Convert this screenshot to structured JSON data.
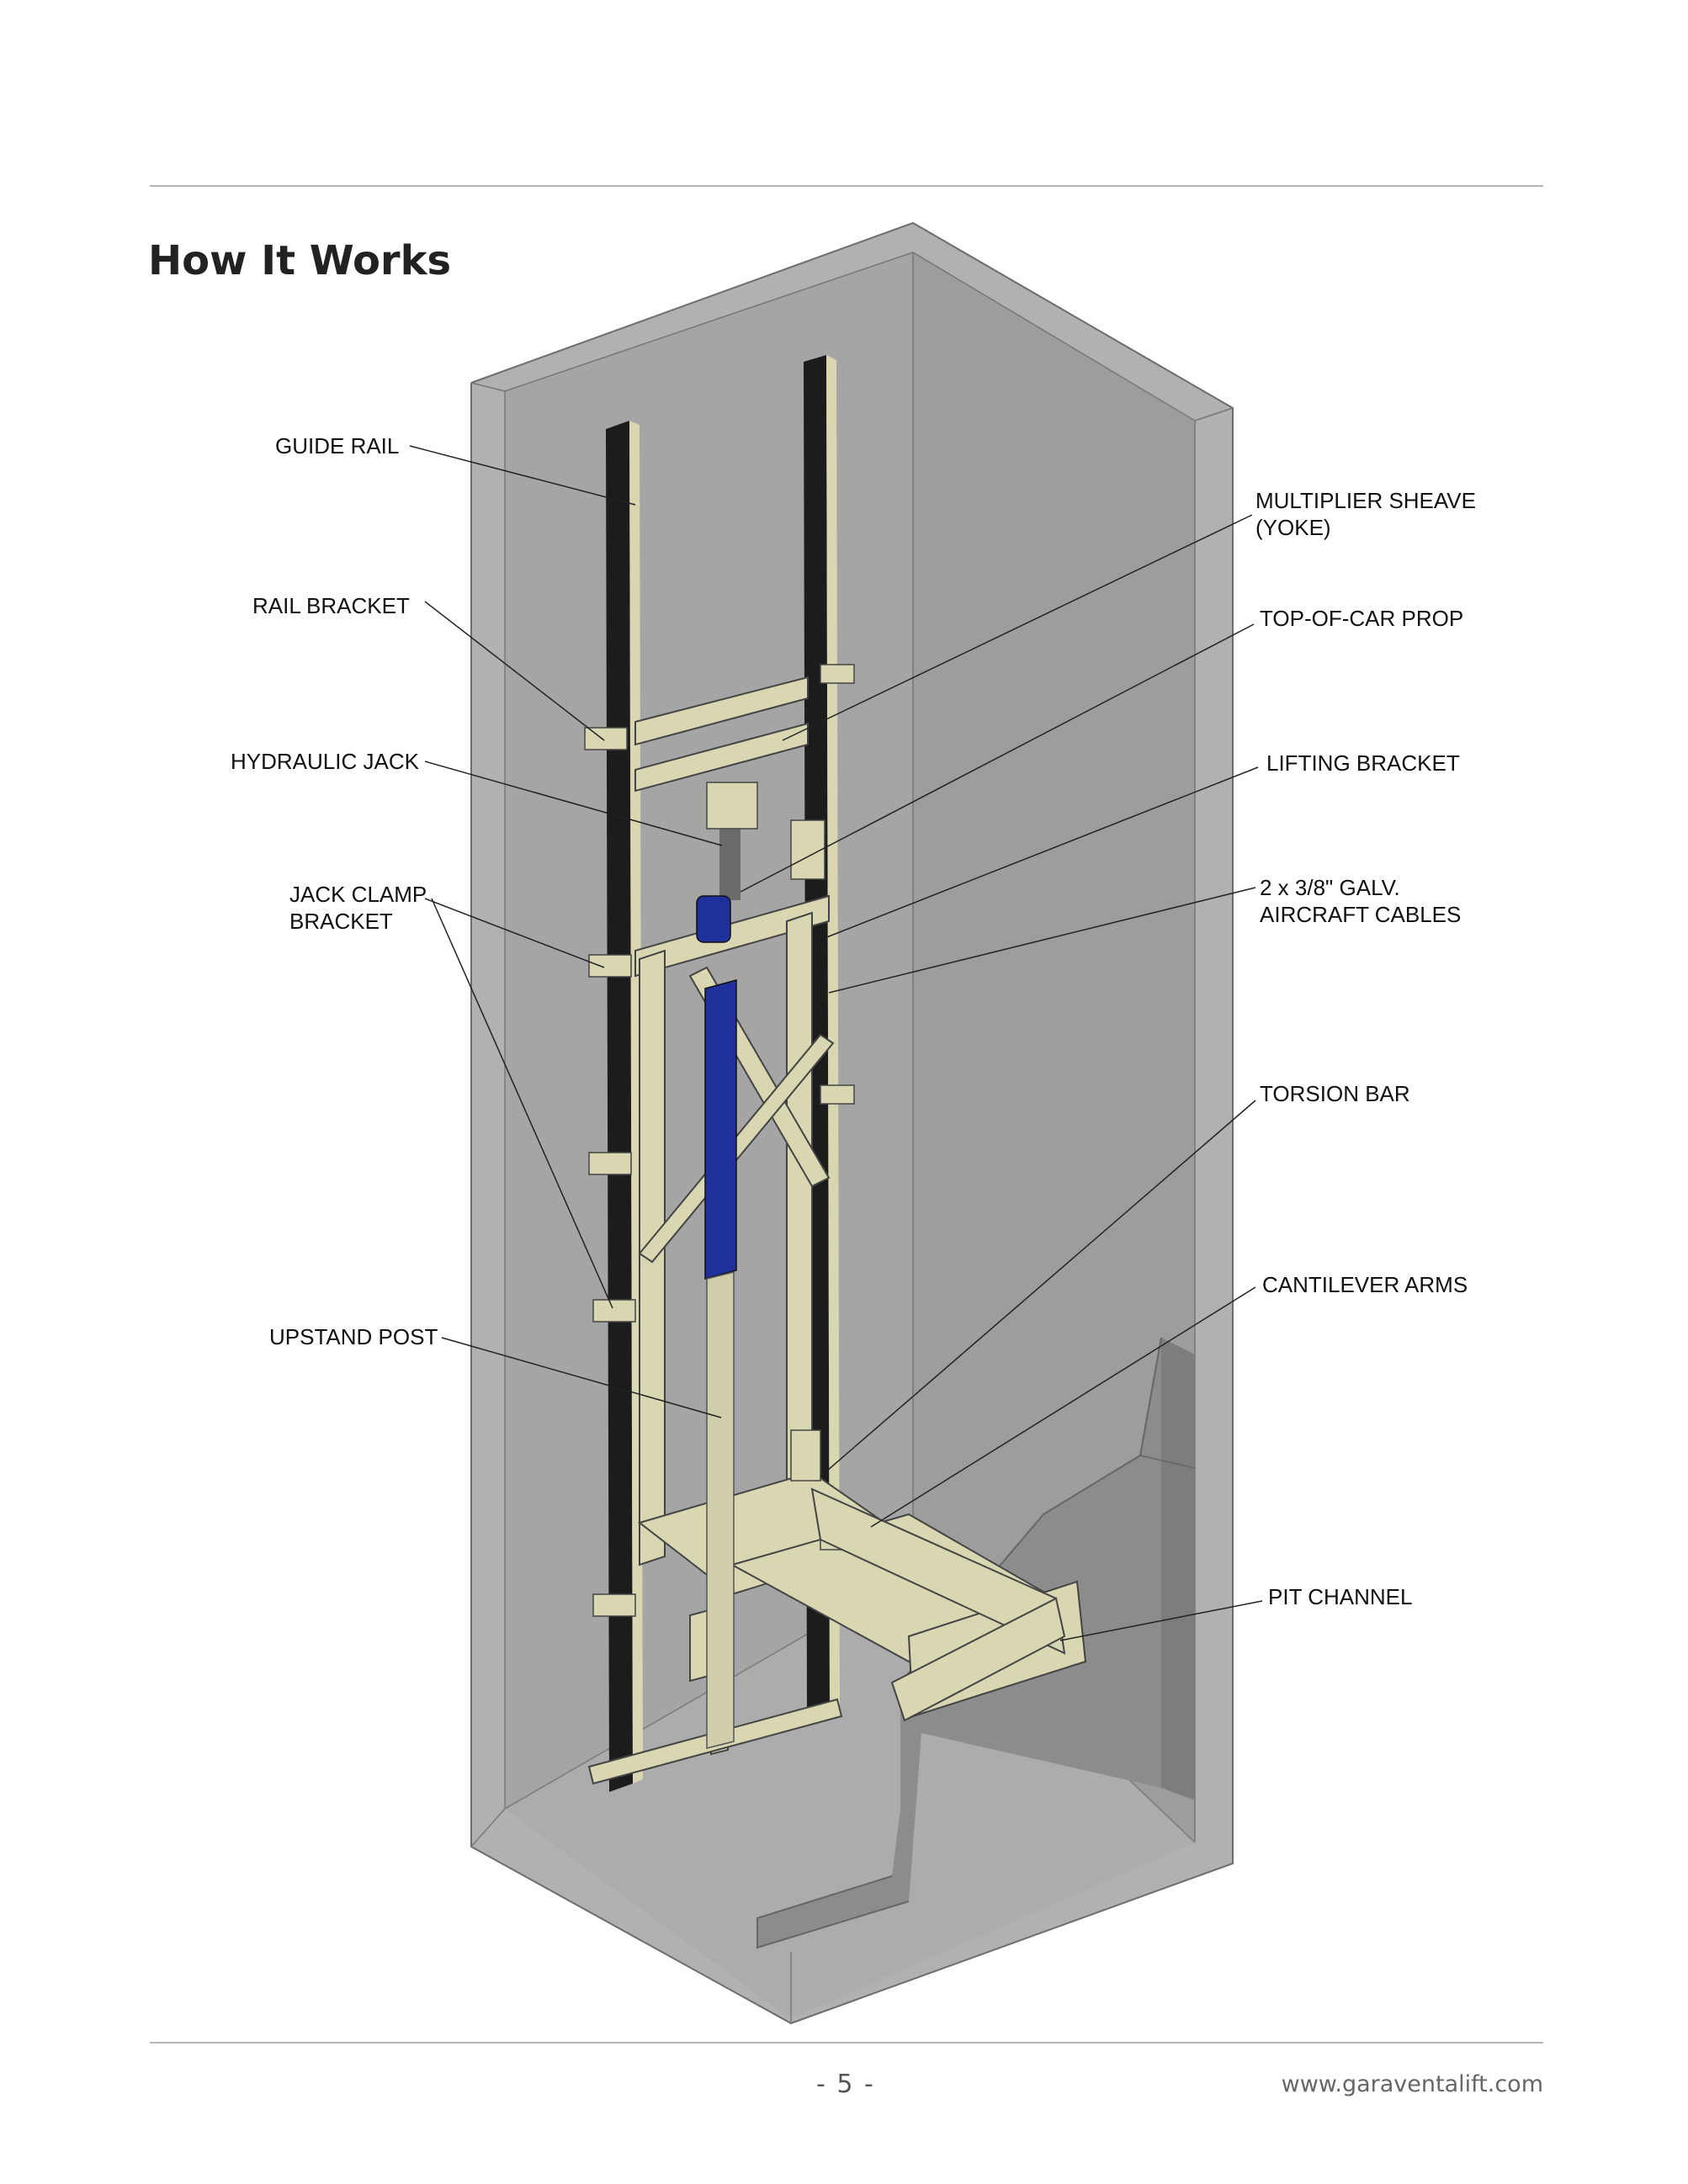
{
  "page": {
    "title": "How It Works",
    "page_number": "- 5 -",
    "website": "www.garaventalift.com"
  },
  "diagram": {
    "labels": {
      "guide_rail": "GUIDE RAIL",
      "rail_bracket": "RAIL BRACKET",
      "hydraulic_jack": "HYDRAULIC JACK",
      "jack_clamp_line1": "JACK CLAMP",
      "jack_clamp_line2": "BRACKET",
      "upstand_post": "UPSTAND POST",
      "multiplier_line1": "MULTIPLIER SHEAVE",
      "multiplier_line2": "(YOKE)",
      "top_of_car_prop": "TOP-OF-CAR PROP",
      "lifting_bracket": "LIFTING BRACKET",
      "cables_line1": "2 x 3/8\" GALV.",
      "cables_line2": "AIRCRAFT CABLES",
      "torsion_bar": "TORSION BAR",
      "cantilever_arms": "CANTILEVER ARMS",
      "pit_channel": "PIT CHANNEL"
    },
    "colors": {
      "shaft_wall": "#a9a9a9",
      "shaft_wall_light": "#c2c2c2",
      "frame": "#d9d7b2",
      "rail": "#1c1c1c",
      "jack": "#1f2f9c"
    }
  }
}
